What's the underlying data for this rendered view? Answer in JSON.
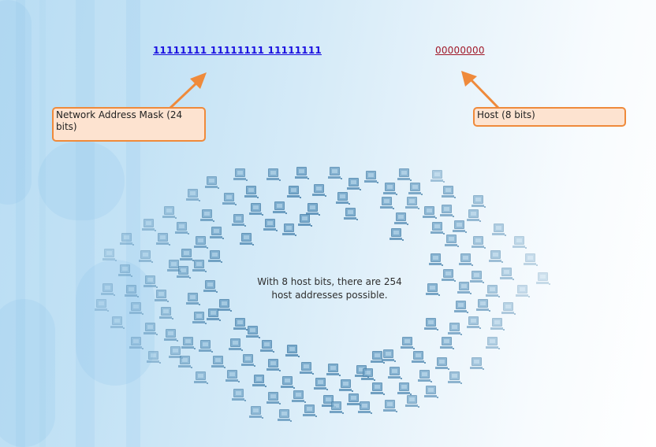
{
  "network_mask": {
    "bits": "11111111 11111111 11111111",
    "color": "#1a10e0"
  },
  "host_part": {
    "bits": "00000000",
    "color": "#a01828"
  },
  "callouts": {
    "network": {
      "text": "Network Address Mask (24 bits)"
    },
    "host": {
      "text": "Host (8 bits)"
    },
    "accent_color": "#ef8a3b",
    "fill_color": "#fde3d0"
  },
  "caption": {
    "line1": "With 8 host bits, there are 254",
    "line2": "host addresses possible."
  },
  "icons": {
    "host_computer": "computer-icon"
  },
  "computers": [
    [
      296,
      214,
      0.75
    ],
    [
      338,
      214,
      0.8
    ],
    [
      374,
      212,
      0.85
    ],
    [
      416,
      212,
      0.8
    ],
    [
      462,
      217,
      0.8
    ],
    [
      504,
      214,
      0.75
    ],
    [
      546,
      216,
      0.5
    ],
    [
      260,
      224,
      0.7
    ],
    [
      310,
      236,
      0.85
    ],
    [
      364,
      236,
      0.9
    ],
    [
      396,
      234,
      0.85
    ],
    [
      440,
      226,
      0.85
    ],
    [
      486,
      232,
      0.8
    ],
    [
      518,
      232,
      0.75
    ],
    [
      560,
      236,
      0.7
    ],
    [
      236,
      240,
      0.6
    ],
    [
      282,
      245,
      0.75
    ],
    [
      346,
      256,
      0.85
    ],
    [
      316,
      258,
      0.85
    ],
    [
      388,
      258,
      0.9
    ],
    [
      426,
      244,
      0.85
    ],
    [
      482,
      250,
      0.8
    ],
    [
      514,
      250,
      0.7
    ],
    [
      558,
      260,
      0.7
    ],
    [
      598,
      248,
      0.6
    ],
    [
      206,
      262,
      0.55
    ],
    [
      254,
      266,
      0.75
    ],
    [
      294,
      272,
      0.8
    ],
    [
      334,
      278,
      0.85
    ],
    [
      378,
      272,
      0.9
    ],
    [
      436,
      264,
      0.85
    ],
    [
      500,
      270,
      0.8
    ],
    [
      536,
      262,
      0.75
    ],
    [
      592,
      266,
      0.6
    ],
    [
      180,
      278,
      0.5
    ],
    [
      222,
      282,
      0.65
    ],
    [
      266,
      288,
      0.8
    ],
    [
      304,
      296,
      0.85
    ],
    [
      358,
      284,
      0.85
    ],
    [
      494,
      290,
      0.85
    ],
    [
      546,
      282,
      0.75
    ],
    [
      574,
      280,
      0.7
    ],
    [
      624,
      284,
      0.5
    ],
    [
      152,
      296,
      0.45
    ],
    [
      198,
      296,
      0.6
    ],
    [
      246,
      300,
      0.75
    ],
    [
      228,
      316,
      0.75
    ],
    [
      264,
      318,
      0.8
    ],
    [
      564,
      298,
      0.7
    ],
    [
      598,
      300,
      0.6
    ],
    [
      650,
      300,
      0.4
    ],
    [
      130,
      316,
      0.35
    ],
    [
      176,
      318,
      0.5
    ],
    [
      212,
      330,
      0.65
    ],
    [
      244,
      330,
      0.75
    ],
    [
      544,
      322,
      0.8
    ],
    [
      582,
      322,
      0.7
    ],
    [
      620,
      318,
      0.55
    ],
    [
      664,
      322,
      0.35
    ],
    [
      150,
      336,
      0.45
    ],
    [
      182,
      350,
      0.55
    ],
    [
      224,
      338,
      0.7
    ],
    [
      258,
      356,
      0.8
    ],
    [
      560,
      342,
      0.75
    ],
    [
      596,
      344,
      0.65
    ],
    [
      634,
      340,
      0.5
    ],
    [
      680,
      346,
      0.3
    ],
    [
      128,
      360,
      0.4
    ],
    [
      158,
      362,
      0.5
    ],
    [
      196,
      368,
      0.6
    ],
    [
      236,
      372,
      0.75
    ],
    [
      276,
      380,
      0.85
    ],
    [
      540,
      360,
      0.8
    ],
    [
      580,
      358,
      0.7
    ],
    [
      616,
      362,
      0.55
    ],
    [
      654,
      362,
      0.35
    ],
    [
      120,
      380,
      0.35
    ],
    [
      164,
      384,
      0.45
    ],
    [
      202,
      390,
      0.6
    ],
    [
      244,
      396,
      0.75
    ],
    [
      262,
      392,
      0.85
    ],
    [
      296,
      404,
      0.85
    ],
    [
      576,
      382,
      0.75
    ],
    [
      604,
      380,
      0.65
    ],
    [
      636,
      384,
      0.45
    ],
    [
      140,
      402,
      0.4
    ],
    [
      182,
      410,
      0.55
    ],
    [
      208,
      418,
      0.65
    ],
    [
      230,
      428,
      0.7
    ],
    [
      312,
      414,
      0.85
    ],
    [
      538,
      404,
      0.8
    ],
    [
      568,
      410,
      0.7
    ],
    [
      592,
      402,
      0.6
    ],
    [
      622,
      404,
      0.5
    ],
    [
      164,
      428,
      0.45
    ],
    [
      214,
      440,
      0.6
    ],
    [
      252,
      432,
      0.75
    ],
    [
      290,
      430,
      0.8
    ],
    [
      330,
      432,
      0.85
    ],
    [
      362,
      438,
      0.9
    ],
    [
      470,
      446,
      0.85
    ],
    [
      508,
      428,
      0.8
    ],
    [
      558,
      428,
      0.75
    ],
    [
      616,
      428,
      0.5
    ],
    [
      186,
      446,
      0.5
    ],
    [
      226,
      452,
      0.65
    ],
    [
      268,
      452,
      0.75
    ],
    [
      306,
      450,
      0.8
    ],
    [
      338,
      456,
      0.85
    ],
    [
      380,
      460,
      0.85
    ],
    [
      414,
      462,
      0.85
    ],
    [
      450,
      464,
      0.85
    ],
    [
      484,
      444,
      0.8
    ],
    [
      522,
      446,
      0.8
    ],
    [
      552,
      454,
      0.75
    ],
    [
      596,
      454,
      0.6
    ],
    [
      246,
      472,
      0.65
    ],
    [
      286,
      470,
      0.75
    ],
    [
      320,
      476,
      0.85
    ],
    [
      356,
      478,
      0.85
    ],
    [
      398,
      480,
      0.85
    ],
    [
      430,
      482,
      0.85
    ],
    [
      458,
      468,
      0.85
    ],
    [
      492,
      466,
      0.8
    ],
    [
      530,
      470,
      0.75
    ],
    [
      568,
      472,
      0.65
    ],
    [
      294,
      494,
      0.7
    ],
    [
      338,
      498,
      0.8
    ],
    [
      370,
      496,
      0.8
    ],
    [
      408,
      502,
      0.85
    ],
    [
      440,
      500,
      0.85
    ],
    [
      470,
      486,
      0.85
    ],
    [
      504,
      486,
      0.8
    ],
    [
      538,
      490,
      0.7
    ],
    [
      316,
      516,
      0.7
    ],
    [
      352,
      520,
      0.75
    ],
    [
      384,
      514,
      0.8
    ],
    [
      418,
      510,
      0.8
    ],
    [
      454,
      510,
      0.8
    ],
    [
      486,
      508,
      0.75
    ],
    [
      514,
      502,
      0.7
    ]
  ]
}
